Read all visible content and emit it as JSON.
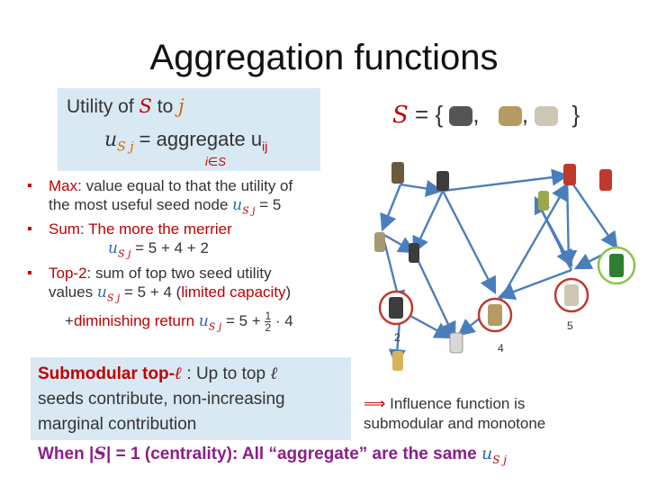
{
  "title": "Aggregation functions",
  "utility_box": {
    "line1_prefix": "Utility of ",
    "var_S": "S",
    "line1_mid": " to ",
    "var_j": "j",
    "lhs": "u",
    "lhs_sub": "S j",
    "eq": " = aggregate u",
    "ij": "ij",
    "under": "i∈S"
  },
  "set_line": {
    "S": "S",
    "eq": " = {",
    "sep1": ",",
    "sep2": ",",
    "close": "}"
  },
  "bullets": {
    "max_label": "Max",
    "max_text1": ": value equal to that the utility of",
    "max_text2": "the most useful seed node ",
    "max_eq": " = 5",
    "sum_label": "Sum",
    "sum_colon": ": ",
    "sum_text": "The more the merrier",
    "sum_eq": " = 5 + 4 + 2",
    "top2_label": "Top-2",
    "top2_text1": ": sum of top two seed utility",
    "top2_values": "values ",
    "top2_eq": " = 5 + 4 (",
    "top2_limited": "limited capacity",
    "top2_close": ")",
    "plus": "+",
    "dim": "diminishing return ",
    "dim_eq": " = 5 + ",
    "frac_num": "1",
    "frac_den": "2",
    "dim_tail": " · 4",
    "u": "u",
    "sub": "S j"
  },
  "submod_box": {
    "label": "Submodular top-",
    "ell": "ℓ",
    "colon": " :",
    "text1": "  Up to top ",
    "text2": "seeds contribute, non-increasing",
    "text3": "marginal contribution"
  },
  "implication": {
    "arrow": "⟹",
    "line1": " Influence function is",
    "line2": "submodular and monotone"
  },
  "bottom_note": {
    "pre": "When |",
    "S": "S",
    "post": "| = 1 (centrality): All “aggregate” are the same ",
    "u": "u",
    "sub": "S j"
  },
  "graph": {
    "labels": {
      "n8": "2",
      "n9": "4",
      "n7": "5"
    },
    "colors": {
      "edge": "#4a7ebb",
      "seed_ring": "#c0392b",
      "target_ring": "#8bc34a"
    }
  }
}
